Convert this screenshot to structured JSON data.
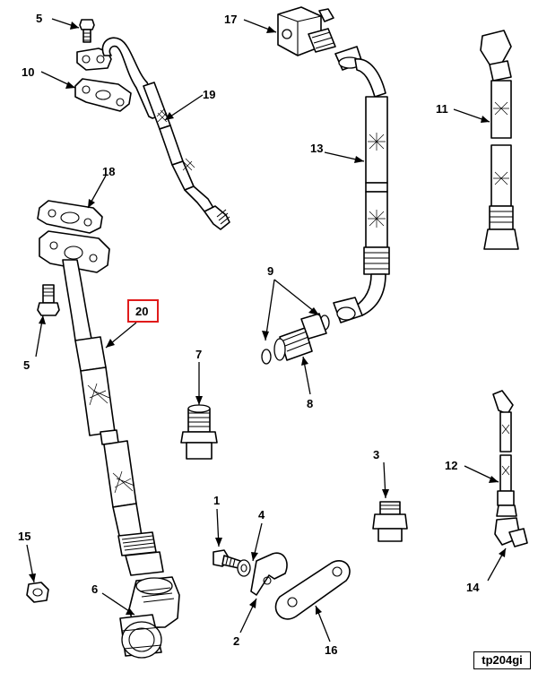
{
  "figure_id": "tp204gi",
  "highlight_color": "#e01b1b",
  "callouts": {
    "c1": "1",
    "c2": "2",
    "c3": "3",
    "c4": "4",
    "c5a": "5",
    "c5b": "5",
    "c6": "6",
    "c7": "7",
    "c8": "8",
    "c9": "9",
    "c10": "10",
    "c11": "11",
    "c12": "12",
    "c13": "13",
    "c14": "14",
    "c15": "15",
    "c16": "16",
    "c17": "17",
    "c18": "18",
    "c19": "19",
    "c20": "20"
  },
  "highlighted_callout": "20"
}
